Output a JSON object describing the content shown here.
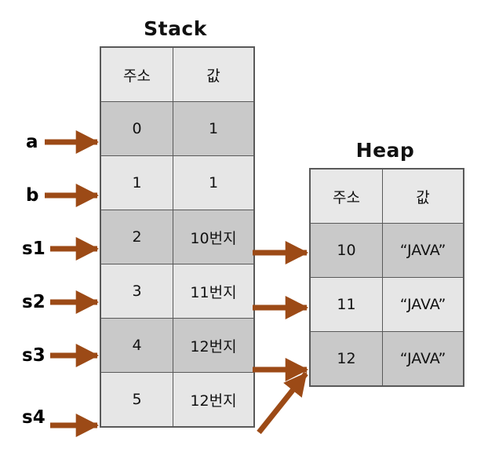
{
  "diagram": {
    "title_stack": "Stack",
    "title_heap": "Heap",
    "arrow_color": "#9c4a16",
    "border_color": "#595959",
    "row_dark_color": "#c9c9c9",
    "row_light_color": "#e6e6e6",
    "header_color": "#e8e8e8"
  },
  "stack": {
    "title": "Stack",
    "headers": [
      "주소",
      "값"
    ],
    "rows": [
      {
        "label": "a",
        "address": "0",
        "value": "1",
        "shade": "dark"
      },
      {
        "label": "b",
        "address": "1",
        "value": "1",
        "shade": "light"
      },
      {
        "label": "s1",
        "address": "2",
        "value": "10번지",
        "shade": "dark"
      },
      {
        "label": "s2",
        "address": "3",
        "value": "11번지",
        "shade": "light"
      },
      {
        "label": "s3",
        "address": "4",
        "value": "12번지",
        "shade": "dark"
      },
      {
        "label": "s4",
        "address": "5",
        "value": "12번지",
        "shade": "light"
      }
    ]
  },
  "heap": {
    "title": "Heap",
    "headers": [
      "주소",
      "값"
    ],
    "rows": [
      {
        "address": "10",
        "value": "“JAVA”",
        "shade": "dark"
      },
      {
        "address": "11",
        "value": "“JAVA”",
        "shade": "light"
      },
      {
        "address": "12",
        "value": "“JAVA”",
        "shade": "dark"
      }
    ]
  },
  "pointers": [
    {
      "from": "s1",
      "to": "10"
    },
    {
      "from": "s2",
      "to": "11"
    },
    {
      "from": "s3",
      "to": "12"
    },
    {
      "from": "s4",
      "to": "12"
    }
  ]
}
